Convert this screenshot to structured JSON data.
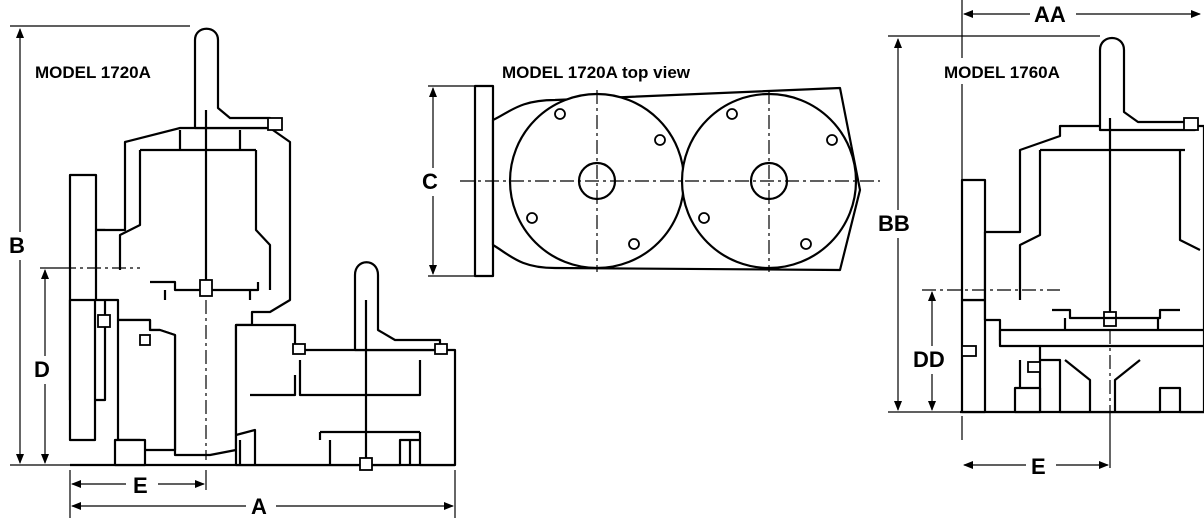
{
  "views": {
    "model_1720a": {
      "title": "MODEL 1720A"
    },
    "top_view": {
      "title": "MODEL 1720A top view"
    },
    "model_1760a": {
      "title": "MODEL 1760A"
    }
  },
  "dimensions": {
    "a": "A",
    "b": "B",
    "c": "C",
    "d": "D",
    "e_left": "E",
    "aa": "AA",
    "bb": "BB",
    "dd": "DD",
    "e_right": "E"
  },
  "colors": {
    "ink": "#000000",
    "paper": "#ffffff"
  }
}
